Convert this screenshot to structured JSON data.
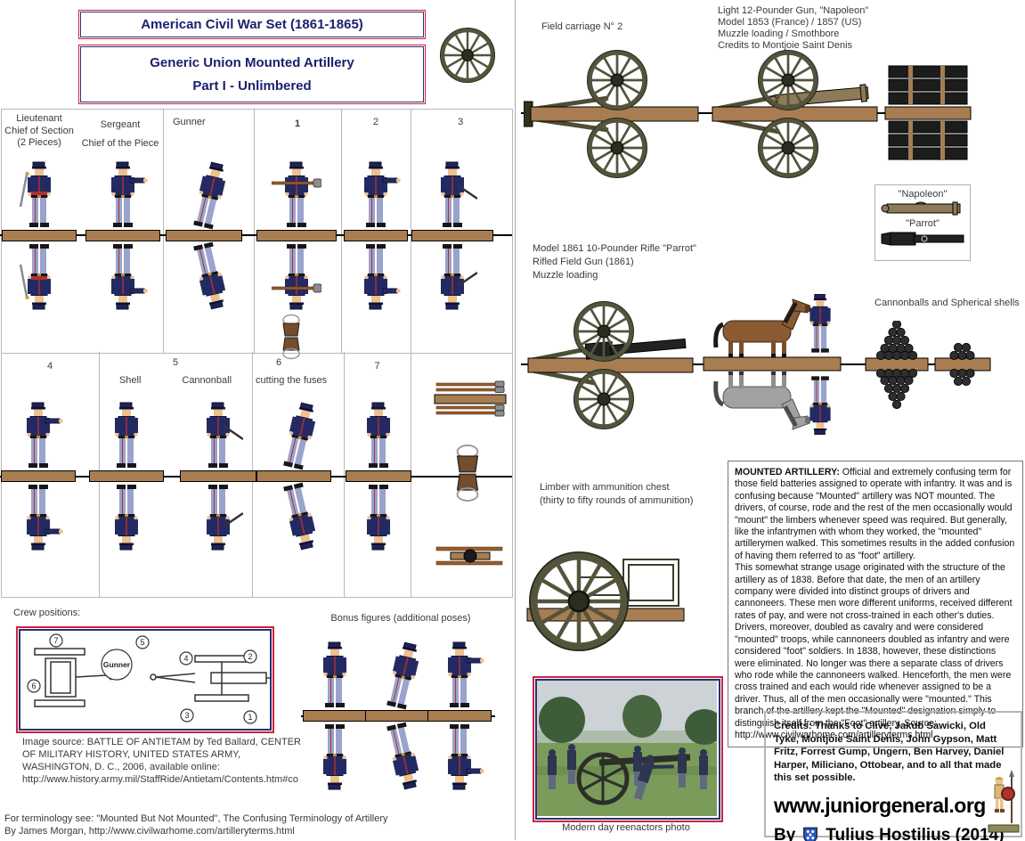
{
  "titles": {
    "line1": "American Civil War Set (1861-1865)",
    "line2": "Generic Union Mounted Artillery",
    "line3": "Part I - Unlimbered"
  },
  "row1": {
    "lt1": "Lieutenant",
    "lt2": "Chief of Section",
    "lt3": "(2 Pieces)",
    "sgt1": "Sergeant",
    "sgt2": "Chief of the Piece",
    "gunner": "Gunner",
    "n1": "1",
    "n2": "2",
    "n3": "3"
  },
  "row2": {
    "n4": "4",
    "n5": "5",
    "shell": "Shell",
    "cannonball": "Cannonball",
    "n6": "6",
    "cutting": "cutting the fuses",
    "n7": "7"
  },
  "crew": {
    "heading": "Crew positions:",
    "gunner": "Gunner",
    "n1": "1",
    "n2": "2",
    "n3": "3",
    "n4": "4",
    "n5": "5",
    "n6": "6",
    "n7": "7"
  },
  "bonus": {
    "label": "Bonus figures (additional poses)"
  },
  "sources": {
    "image_source": "Image source: BATTLE OF ANTIETAM by Ted Ballard, CENTER\nOF MILITARY HISTORY, UNITED STATES ARMY,\nWASHINGTON, D. C., 2006, available online:\nhttp://www.history.army.mil/StaffRide/Antietam/Contents.htm#co",
    "terminology": "For terminology see: \"Mounted But Not Mounted\", The Confusing Terminology of Artillery\nBy James Morgan, http://www.civilwarhome.com/artilleryterms.html"
  },
  "right": {
    "field_carriage": "Field carriage N° 2",
    "napoleon_info": "Light 12-Pounder Gun, \"Napoleon\"\nModel 1853 (France) / 1857 (US)\nMuzzle loading  /  Smothbore\nCredits to Montjoie Saint Denis",
    "parrot_info": "Model 1861 10-Pounder Rifle \"Parrot\"\nRifled Field Gun (1861)\nMuzzle loading",
    "cmp_napoleon": "\"Napoleon\"",
    "cmp_parrot": "\"Parrot\"",
    "cannonballs": "Cannonballs and Spherical shells",
    "limber_caption": "Limber with ammunition chest\n(thirty to fifty rounds of ammunition)",
    "mounted_title": "MOUNTED ARTILLERY:",
    "mounted_body": " Official and extremely confusing term for those field batteries assigned to operate with infantry. It was and is confusing because \"Mounted\" artillery was NOT mounted. The drivers, of course, rode and the rest of the men occasionally would \"mount\" the limbers whenever speed was required. But generally, like the infantrymen with whom they worked, the \"mounted\" artillerymen walked. This sometimes results in the added confusion of having them referred to as \"foot\" artillery.\nThis somewhat strange usage originated with the structure of the artillery as of 1838. Before that date, the men of an artillery company were divided into distinct groups of drivers and cannoneers. These men wore different uniforms, received different rates of pay, and were not cross-trained in each other's duties. Drivers, moreover, doubled as cavalry and were considered \"mounted\" troops, while cannoneers doubled as infantry and were considered \"foot\" soldiers. In 1838, however, these distinctions were eliminated. No longer was there a separate class of drivers who rode while the cannoneers walked. Henceforth, the men were cross trained and each would ride whenever assigned to be a driver. Thus, all of the men occasionally were \"mounted.\" This branch of the artillery kept the \"Mounted\" designation simply to distinguish itself from the \"Foot\" artillery. Source:\nhttp://www.civilwarhome.com/artilleryterms.html",
    "photo_caption": "Modern day reenactors photo"
  },
  "credits": {
    "text": "Credits: Thanks to Clive, Jakub Sawicki, Old Tyke, Montjoie Saint Denis, John Gypson, Matt Fritz, Forrest Gump, Ungern, Ben Harvey, Daniel Harper, Miliciano, Ottobear, and to all that made this set possible.",
    "site": "www.juniorgeneral.org",
    "by": "By",
    "author": "Tulius Hostilius (2014)"
  },
  "colors": {
    "border_red": "#cc2244",
    "border_navy": "#2a3170",
    "title_navy": "#1b1f6e",
    "base_brown": "#a87d52",
    "uniform_navy": "#232a63",
    "trouser_blue": "#9aa3cb",
    "wheel_olive": "#54543c",
    "bronze_barrel": "#8d7a58"
  }
}
